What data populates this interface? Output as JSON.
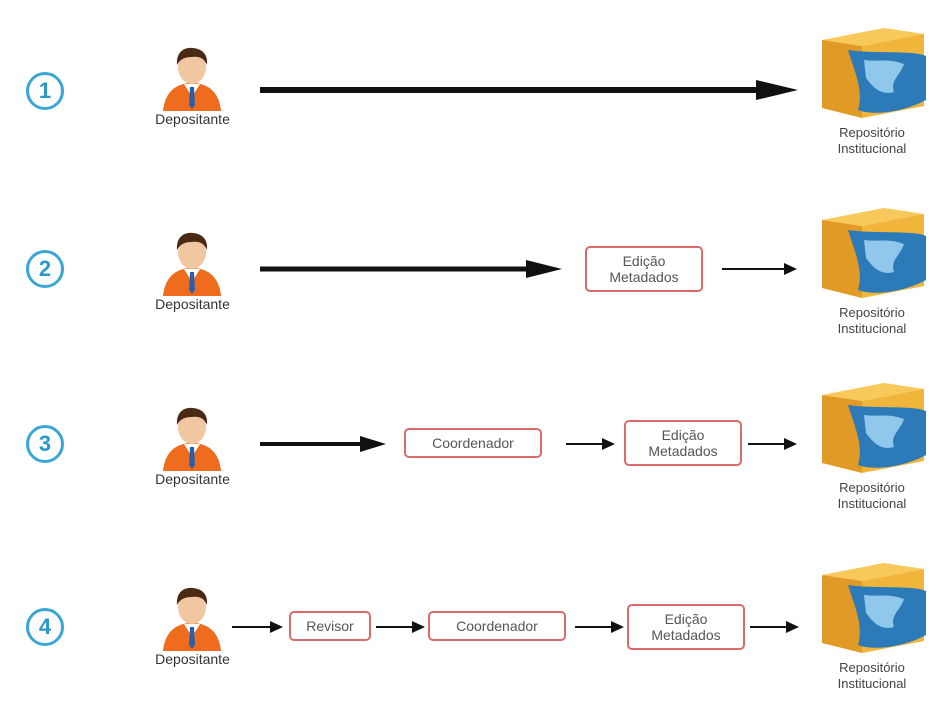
{
  "colors": {
    "step_circle": "#3aa6d6",
    "box_border": "#dd6a6a",
    "arrow": "#111111",
    "repo_box": "#f0b53a",
    "person_shirt": "#ef6b1e"
  },
  "icons": {
    "person": "person-icon",
    "repository": "repository-box-icon"
  },
  "rows": [
    {
      "step": "1",
      "depositor_label": "Depositante",
      "boxes": [],
      "repo_label": [
        "Repositório",
        "Institucional"
      ]
    },
    {
      "step": "2",
      "depositor_label": "Depositante",
      "boxes": [
        [
          "Edição",
          "Metadados"
        ]
      ],
      "repo_label": [
        "Repositório",
        "Institucional"
      ]
    },
    {
      "step": "3",
      "depositor_label": "Depositante",
      "boxes": [
        [
          "Coordenador"
        ],
        [
          "Edição",
          "Metadados"
        ]
      ],
      "repo_label": [
        "Repositório",
        "Institucional"
      ]
    },
    {
      "step": "4",
      "depositor_label": "Depositante",
      "boxes": [
        [
          "Revisor"
        ],
        [
          "Coordenador"
        ],
        [
          "Edição",
          "Metadados"
        ]
      ],
      "repo_label": [
        "Repositório",
        "Institucional"
      ]
    }
  ]
}
